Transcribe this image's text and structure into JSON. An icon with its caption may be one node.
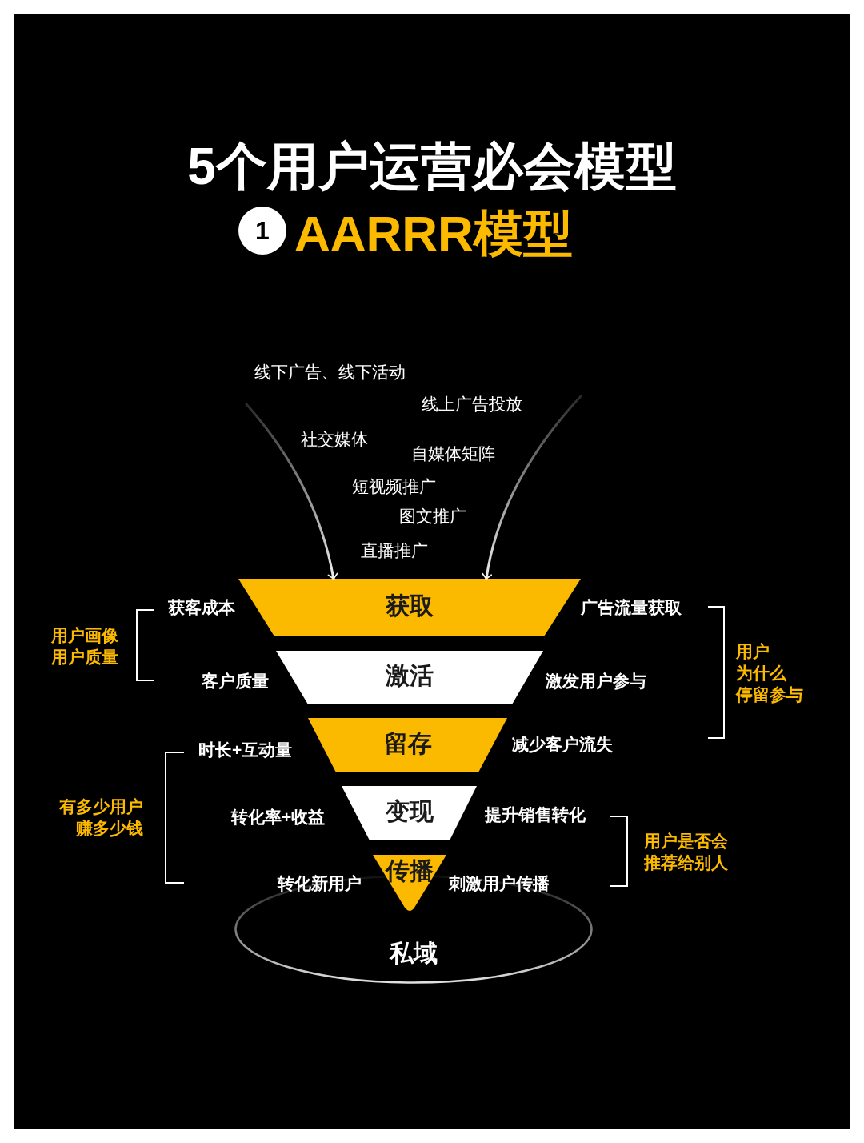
{
  "diagram": {
    "title": "5个用户运营必会模型",
    "nodes": [
      {
        "text": [
          "获取"
        ],
        "beside": [
          "获客成本",
          "广告流量获取"
        ]
      },
      {
        "text": [
          "激活"
        ],
        "beside": [
          "客户质量",
          "激发用户参与"
        ]
      },
      {
        "text": [
          "留存"
        ],
        "beside": [
          "时长+互动量",
          "减少客户流失"
        ]
      },
      {
        "text": [
          "变现"
        ],
        "beside": [
          "转化率+收益",
          "提升销售转化"
        ]
      },
      {
        "text": [
          "传播"
        ],
        "beside": [
          "刺激用户传播"
        ]
      },
      {
        "text": [
          "私域"
        ]
      }
    ],
    "labels": [
      "1",
      "AARRR模型",
      "线下广告、线下活动",
      "线上广告投放",
      "社交媒体",
      "自媒体矩阵",
      "短视频推广",
      "图文推广",
      "直播推广",
      "用户画像用户质量",
      "用户",
      "为什么",
      "停留参与",
      "有多少用户赚多少钱",
      "用户是否会推荐给别人",
      "转化新用户"
    ]
  }
}
